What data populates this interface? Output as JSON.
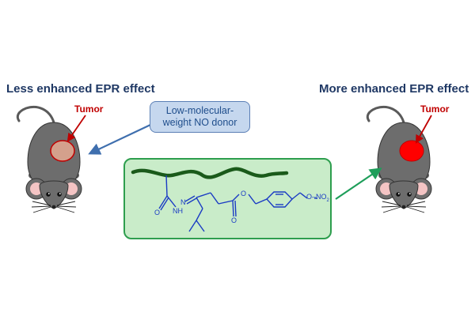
{
  "labels": {
    "left_title": "Less enhanced EPR effect",
    "right_title": "More enhanced EPR effect",
    "tumor_left": "Tumor",
    "tumor_right": "Tumor"
  },
  "note": {
    "line1": "Low-molecular-",
    "line2": "weight NO donor"
  },
  "structure": {
    "nitrate_o": "O",
    "nitrate_no2": "NO",
    "nitrate_sub": "2"
  },
  "colors": {
    "mouse_body": "#6d6d6d",
    "tumor_weak": "#d4a08c",
    "tumor_strong": "#ff0000",
    "polymer_chain": "#1a5a1a",
    "molecule": "#1a3bc4",
    "conjugate_box": "#c9ecc9",
    "arrow_blue": "#3f6fae",
    "arrow_green": "#1e9e5a",
    "tumor_arrow": "#c00000"
  }
}
